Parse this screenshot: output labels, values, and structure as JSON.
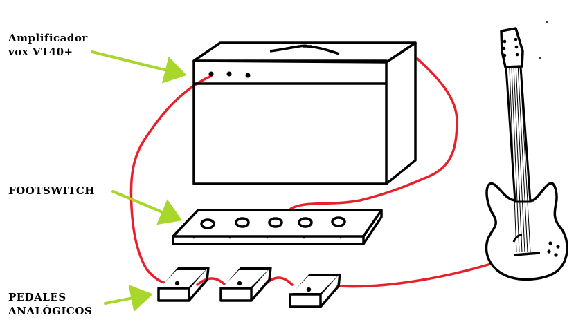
{
  "labels": {
    "amplifier": {
      "line1": "Amplificador",
      "line2": "vox VT40+"
    },
    "footswitch": {
      "line1": "FOOTSWITCH"
    },
    "pedals": {
      "line1": "PEDALES",
      "line2": "ANALÓGICOS"
    }
  },
  "colors": {
    "outline": "#000000",
    "cable": "#e8202a",
    "arrow": "#a8d62a",
    "background": "#ffffff"
  },
  "footswitch_buttons": 5,
  "pedal_count": 3
}
